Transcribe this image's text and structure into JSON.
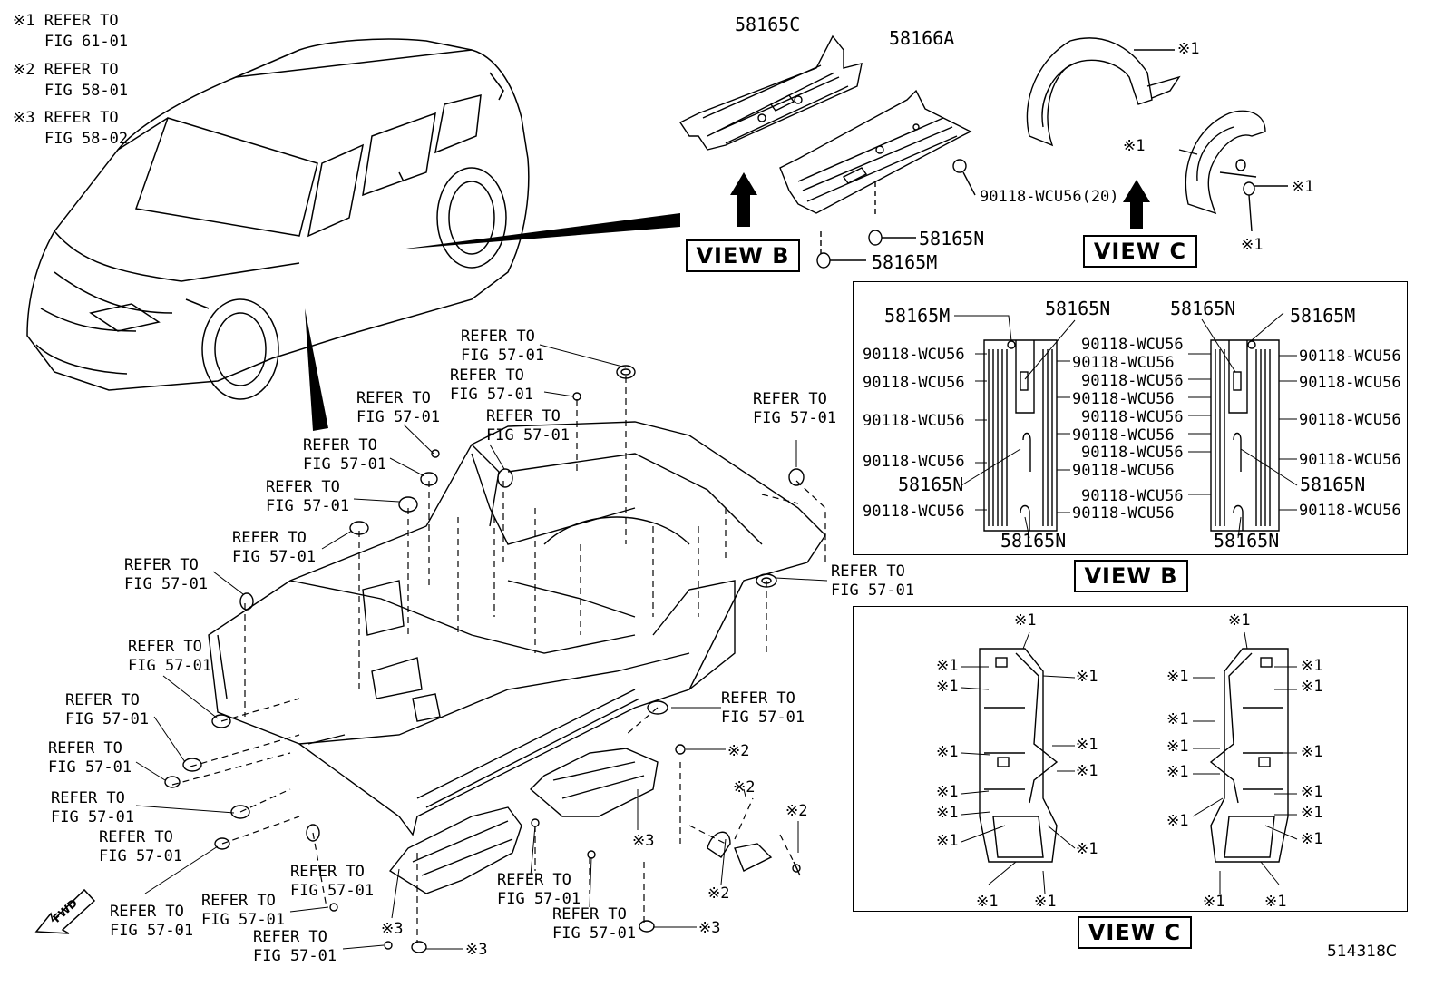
{
  "legend": [
    {
      "mark": "※1",
      "text": "REFER TO",
      "fig": "FIG 61-01"
    },
    {
      "mark": "※2",
      "text": "REFER TO",
      "fig": "FIG 58-01"
    },
    {
      "mark": "※3",
      "text": "REFER TO",
      "fig": "FIG 58-02"
    }
  ],
  "parts": {
    "p58165C": "58165C",
    "p58166A": "58166A",
    "p90118_20": "90118-WCU56(20)",
    "p58165N": "58165N",
    "p58165M": "58165M",
    "p90118": "90118-WCU56"
  },
  "views": {
    "b": "VIEW B",
    "c": "VIEW C"
  },
  "refs": {
    "refer": "REFER TO",
    "fig": "FIG 57-01"
  },
  "marks": {
    "m1": "※1",
    "m2": "※2",
    "m3": "※3"
  },
  "fwd": "FWD",
  "diagram_id": "514318C"
}
